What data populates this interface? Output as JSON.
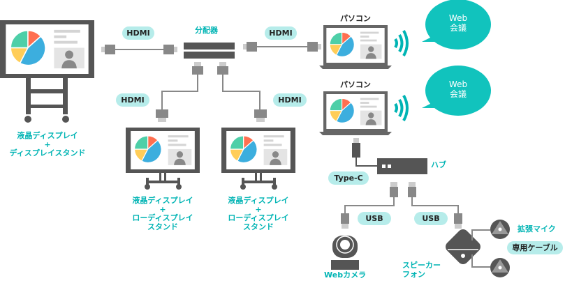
{
  "colors": {
    "teal": "#00b4b4",
    "bubble": "#11c3bd",
    "pill": "#b6ecea",
    "device_dark": "#555555",
    "connector": "#888888",
    "connector_light": "#cccccc",
    "pie_green": "#4ecfa8",
    "pie_red": "#ff6f50",
    "pie_blue": "#3caede",
    "pie_yellow": "#ffcd58"
  },
  "labels": {
    "splitter": "分配器",
    "pc_top": "パソコン",
    "pc_bottom": "パソコン",
    "hub": "ハブ",
    "web_bubble_top": [
      "Web",
      "会議"
    ],
    "web_bubble_bottom": [
      "Web",
      "会議"
    ],
    "display_main": [
      "液晶ディスプレイ",
      "+",
      "ディスプレイスタンド"
    ],
    "display_low_1": [
      "液晶ディスプレイ",
      "+",
      "ローディスプレイ",
      "スタンド"
    ],
    "display_low_2": [
      "液晶ディスプレイ",
      "+",
      "ローディスプレイ",
      "スタンド"
    ],
    "webcam": "Webカメラ",
    "speakerphone": [
      "スピーカー",
      "フォン"
    ],
    "ext_mic": "拡張マイク"
  },
  "cables": {
    "hdmi_1": "HDMI",
    "hdmi_2": "HDMI",
    "hdmi_3": "HDMI",
    "hdmi_4": "HDMI",
    "type_c": "Type-C",
    "usb_1": "USB",
    "usb_2": "USB",
    "dedicated": "専用ケーブル"
  },
  "icons": {
    "display": "display-icon",
    "laptop": "laptop-icon",
    "wifi": "wireless-signal-icon",
    "splitter": "splitter-icon",
    "hub": "usb-hub-icon",
    "webcam": "webcam-icon",
    "speakerphone": "speakerphone-icon",
    "mic": "microphone-icon",
    "pie": "pie-chart-icon",
    "person": "person-icon"
  }
}
